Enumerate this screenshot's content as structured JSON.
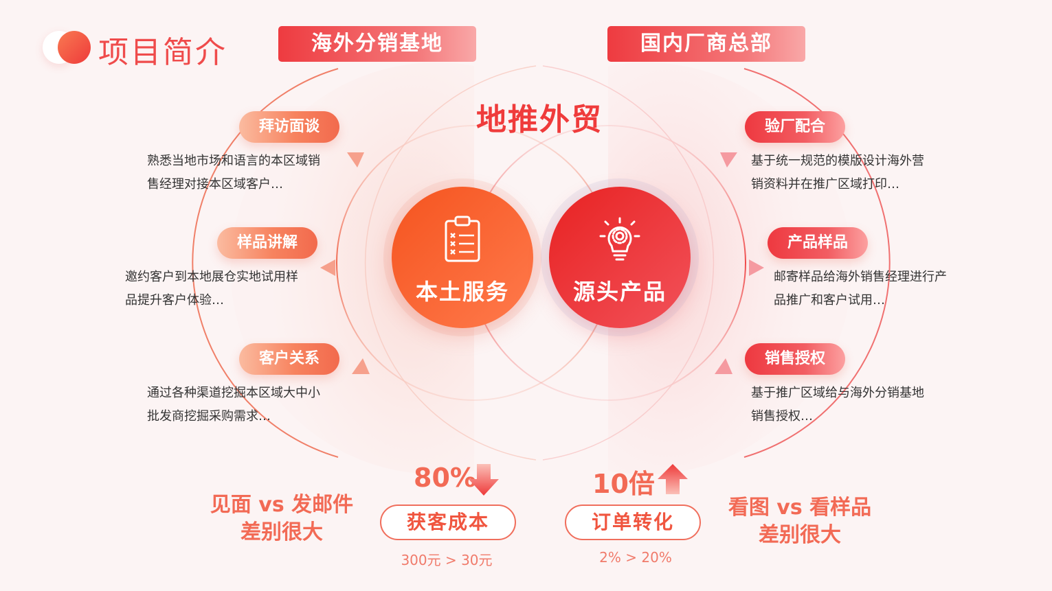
{
  "header": {
    "title": "项目简介"
  },
  "tabs": {
    "left": "海外分销基地",
    "right": "国内厂商总部"
  },
  "center": {
    "title": "地推外贸",
    "left_ball": {
      "label": "本土服务",
      "icon": "clipboard-checklist-icon"
    },
    "right_ball": {
      "label": "源头产品",
      "icon": "lightbulb-gear-icon"
    }
  },
  "left_items": [
    {
      "tag": "拜访面谈",
      "line1": "熟悉当地市场和语言的本区域销",
      "line2": "售经理对接本区域客户…"
    },
    {
      "tag": "样品讲解",
      "line1": "邀约客户到本地展仓实地试用样",
      "line2": "品提升客户体验…"
    },
    {
      "tag": "客户关系",
      "line1": "通过各种渠道挖掘本区域大中小",
      "line2": "批发商挖掘采购需求…"
    }
  ],
  "right_items": [
    {
      "tag": "验厂配合",
      "line1": "基于统一规范的模版设计海外营",
      "line2": "销资料并在推广区域打印…"
    },
    {
      "tag": "产品样品",
      "line1": "邮寄样品给海外销售经理进行产",
      "line2": "品推广和客户试用…"
    },
    {
      "tag": "销售授权",
      "line1": "基于推广区域给与海外分销基地",
      "line2": "销售授权…"
    }
  ],
  "bottom": {
    "left_note": {
      "line1": "见面 vs 发邮件",
      "line2": "差别很大"
    },
    "right_note": {
      "line1": "看图 vs 看样品",
      "line2": "差别很大"
    },
    "metric_left": {
      "value": "80%",
      "label": "获客成本",
      "compare": "300元 > 30元",
      "direction": "down"
    },
    "metric_right": {
      "value": "10倍",
      "label": "订单转化",
      "compare": "2% > 20%",
      "direction": "up"
    }
  },
  "colors": {
    "accent": "#ef3b3b",
    "orange": "#f5541f",
    "soft": "#f26a55"
  }
}
